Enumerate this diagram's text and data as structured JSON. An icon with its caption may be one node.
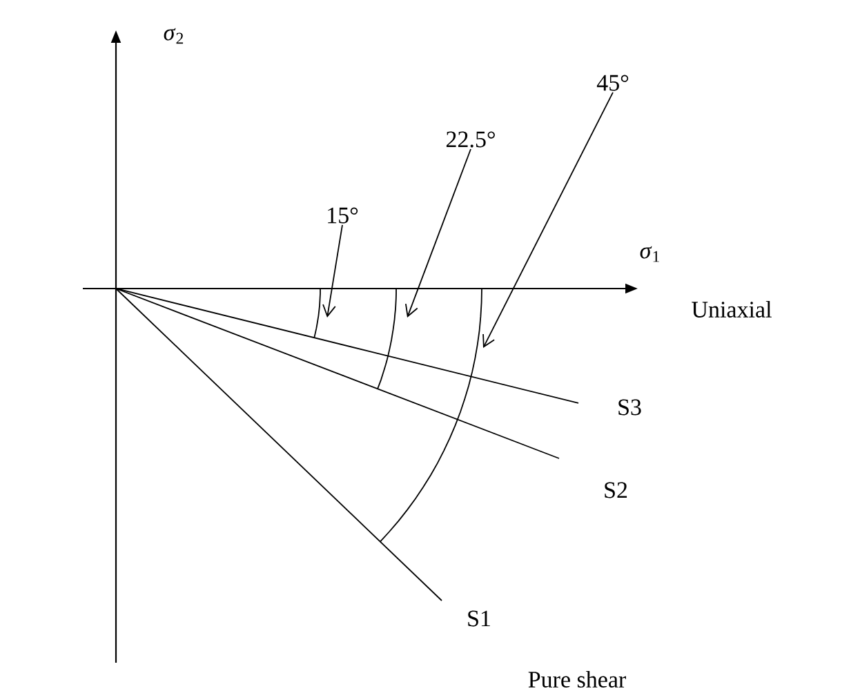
{
  "diagram": {
    "nodes": [
      {
        "text": [
          "15°"
        ]
      },
      {
        "text": [
          "22.5°"
        ]
      },
      {
        "text": [
          "45°"
        ]
      },
      {
        "text": [],
        "shape": "arc"
      },
      {
        "text": [],
        "shape": "arc"
      },
      {
        "text": [],
        "shape": "arc"
      }
    ],
    "edges": [
      {
        "from": 0,
        "to": 3,
        "arrow": "to"
      },
      {
        "from": 1,
        "to": 4,
        "arrow": "to"
      },
      {
        "from": 2,
        "to": 5,
        "arrow": "to"
      }
    ],
    "labels": [
      "*σ*$_{2}$",
      "*σ*$_{1}$",
      "Uniaxial",
      "S3",
      "S2",
      "S1",
      "Pure shear"
    ]
  }
}
